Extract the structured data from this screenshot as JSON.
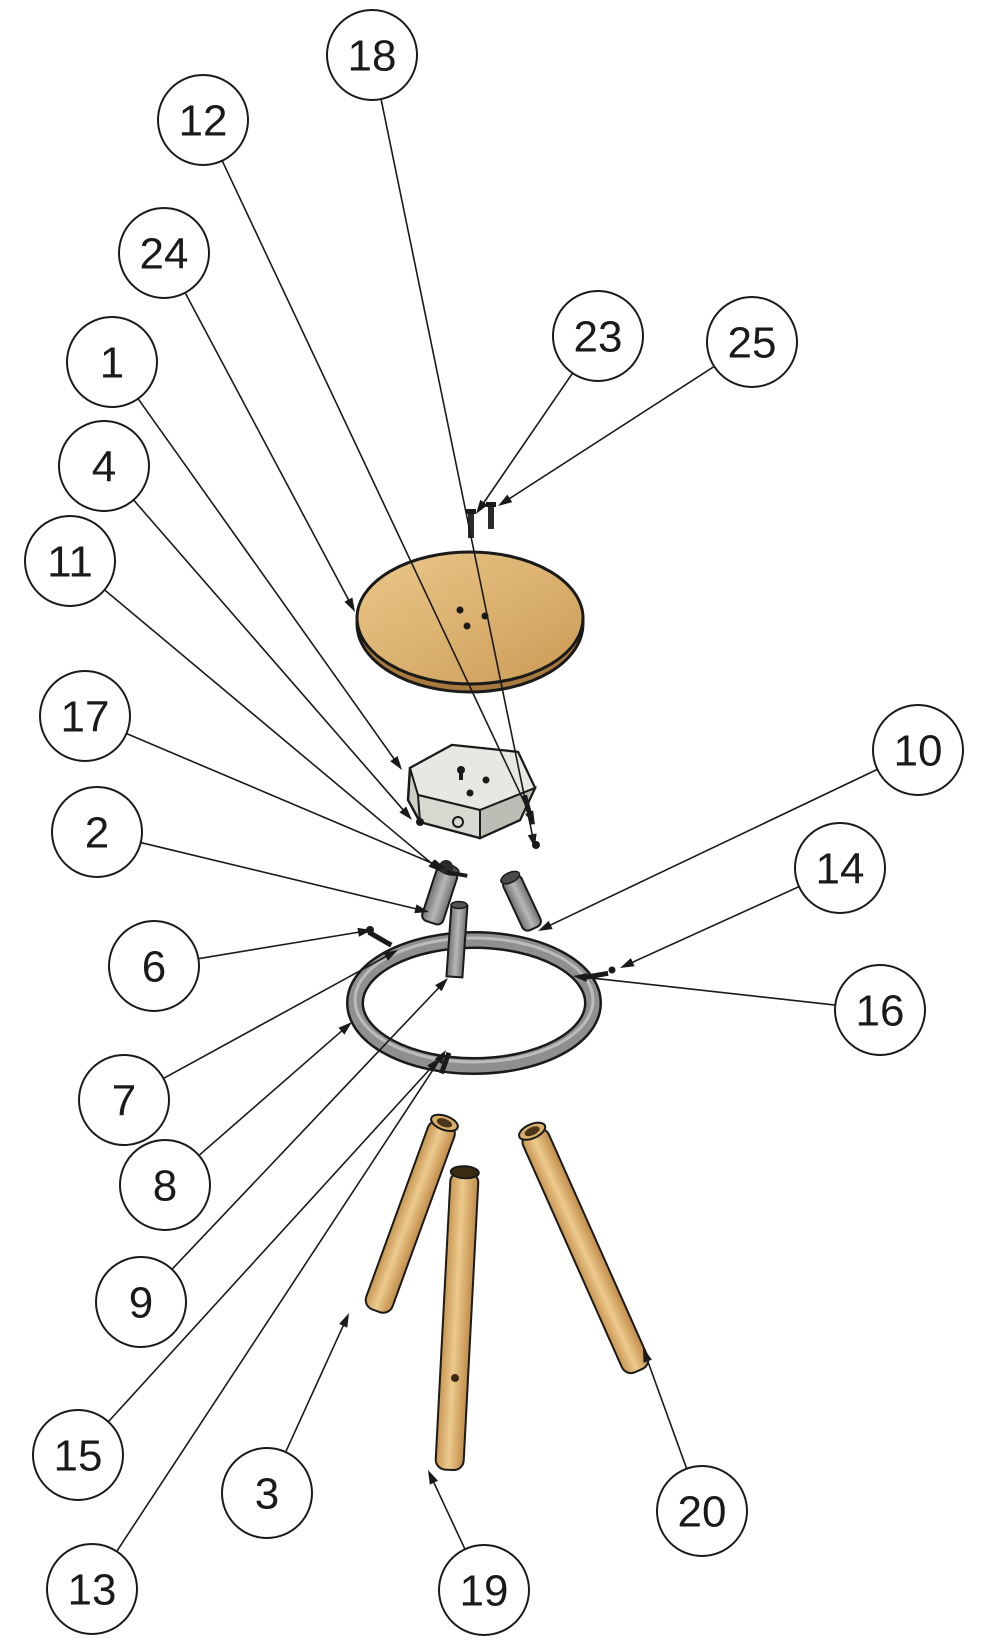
{
  "diagram": {
    "type": "exploded-assembly",
    "colors": {
      "wood_light": "#e2bd7c",
      "wood_dark": "#c99a55",
      "metal": "#9a9a9a",
      "metal_dark": "#6f6f6f",
      "bracket": "#dcdcd6",
      "outline": "#1a1a1a"
    },
    "callouts": [
      {
        "label": "18"
      },
      {
        "label": "12"
      },
      {
        "label": "24"
      },
      {
        "label": "23"
      },
      {
        "label": "25"
      },
      {
        "label": "1"
      },
      {
        "label": "4"
      },
      {
        "label": "11"
      },
      {
        "label": "17"
      },
      {
        "label": "10"
      },
      {
        "label": "2"
      },
      {
        "label": "14"
      },
      {
        "label": "6"
      },
      {
        "label": "16"
      },
      {
        "label": "7"
      },
      {
        "label": "8"
      },
      {
        "label": "9"
      },
      {
        "label": "15"
      },
      {
        "label": "3"
      },
      {
        "label": "20"
      },
      {
        "label": "13"
      },
      {
        "label": "19"
      }
    ]
  }
}
